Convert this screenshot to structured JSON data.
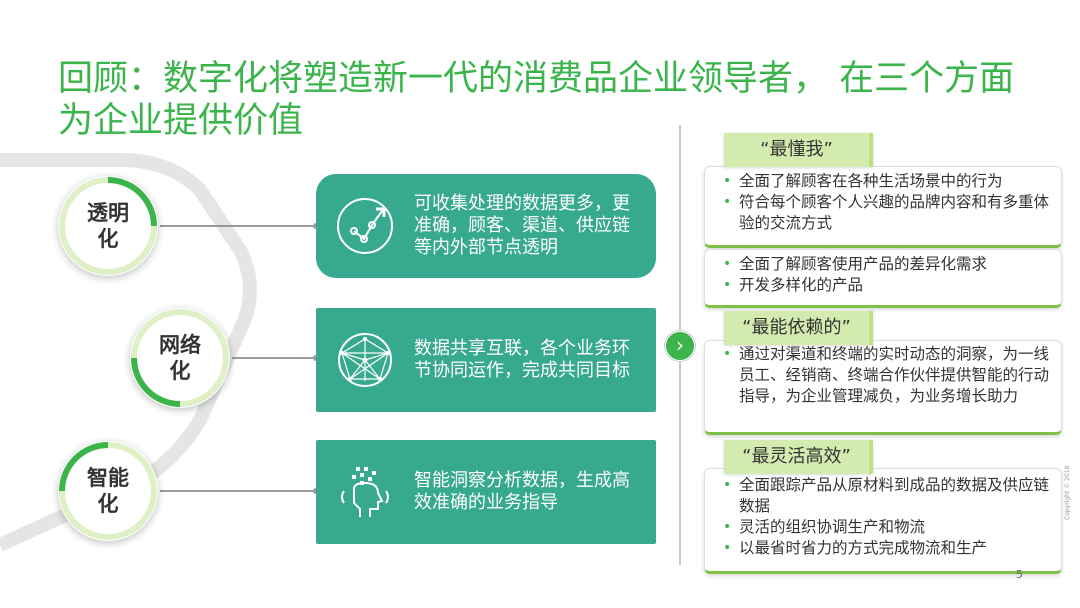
{
  "title": "回顾：数字化将塑造新一代的消费品企业领导者，   在三个方面为企业提供价值",
  "circles": [
    {
      "label": "透明化"
    },
    {
      "label": "网络化"
    },
    {
      "label": "智能化"
    }
  ],
  "cards": [
    {
      "text": "可收集处理的数据更多，更准确，顾客、渠道、供应链等内外部节点透明",
      "icon": "data-transparency-icon"
    },
    {
      "text": "数据共享互联，各个业务环节协同运作，完成共同目标",
      "icon": "network-globe-icon"
    },
    {
      "text": "智能洞察分析数据，生成高效准确的业务指导",
      "icon": "ai-brain-head-icon"
    }
  ],
  "tags": [
    "“最懂我”",
    "“最能依赖的”",
    "“最灵活高效”"
  ],
  "boxes": [
    [
      "全面了解顾客在各种生活场景中的行为",
      "符合每个顾客个人兴趣的品牌内容和有多重体验的交流方式"
    ],
    [
      "全面了解顾客使用产品的差异化需求",
      "开发多样化的产品"
    ],
    [
      "通过对渠道和终端的实时动态的洞察，为一线员工、经销商、终端合作伙伴提供智能的行动指导，为企业管理减负，为业务增长助力"
    ],
    [
      "全面跟踪产品从原材料到成品的数据及供应链数据",
      "灵活的组织协调生产和物流",
      " 以最省时省力的方式完成物流和生产"
    ]
  ],
  "arrow": "›",
  "page_number": "5",
  "copyright": "Copyright © 2018",
  "colors": {
    "accent": "#3ab44b",
    "card": "#37a98e",
    "tag": "#d4ebb0"
  }
}
